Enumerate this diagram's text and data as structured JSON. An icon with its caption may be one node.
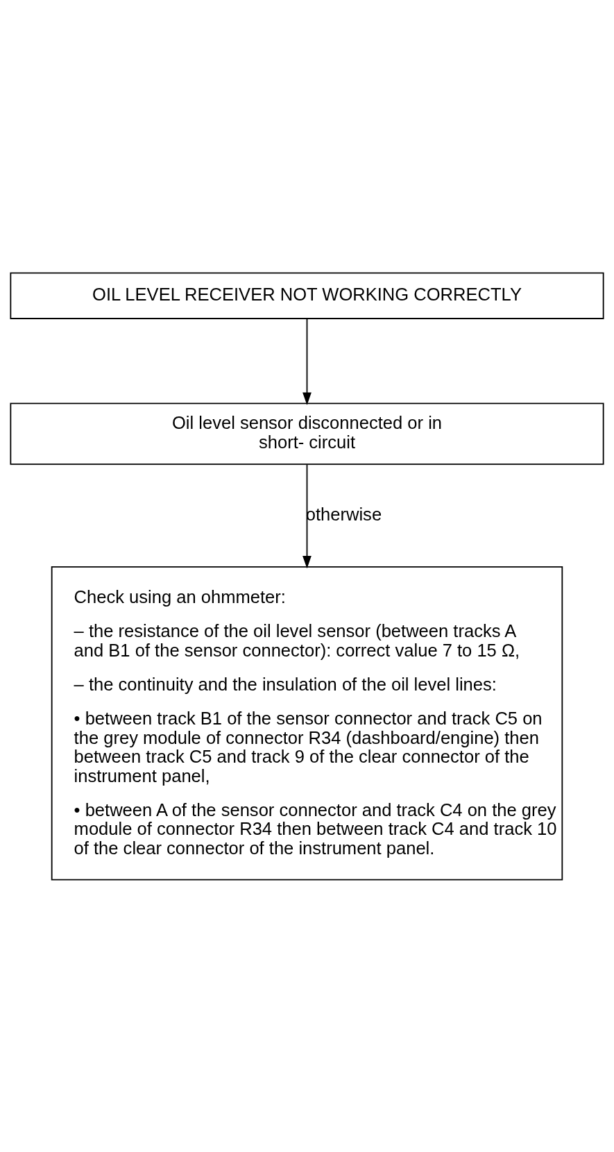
{
  "diagram": {
    "nodes": [
      {
        "text": [
          "OIL LEVEL RECEIVER NOT WORKING CORRECTLY"
        ]
      },
      {
        "text": [
          "Oil level sensor disconnected or in short- circuit"
        ]
      },
      {
        "text": [
          "Check using an ohmmeter:",
          "– the resistance of the oil level sensor (between tracks A and B1 of the sensor connector): correct value 7 to 15 Ω,",
          "– the continuity and the insulation of the oil level lines:",
          "• between track B1 of the sensor connector and track C5 on the grey module of connector R34 (dashboard/engine) then between track C5 and track 9 of the clear connector of the instrument panel,",
          "• between A of the sensor connector and track C4 on the grey module of connector R34 then between track C4 and track 10 of the clear connector of the instrument panel."
        ]
      }
    ],
    "edges": [
      {
        "from": 0,
        "to": 1,
        "arrow": "to"
      },
      {
        "from": 1,
        "to": 2,
        "arrow": "to",
        "label": "otherwise"
      }
    ]
  }
}
